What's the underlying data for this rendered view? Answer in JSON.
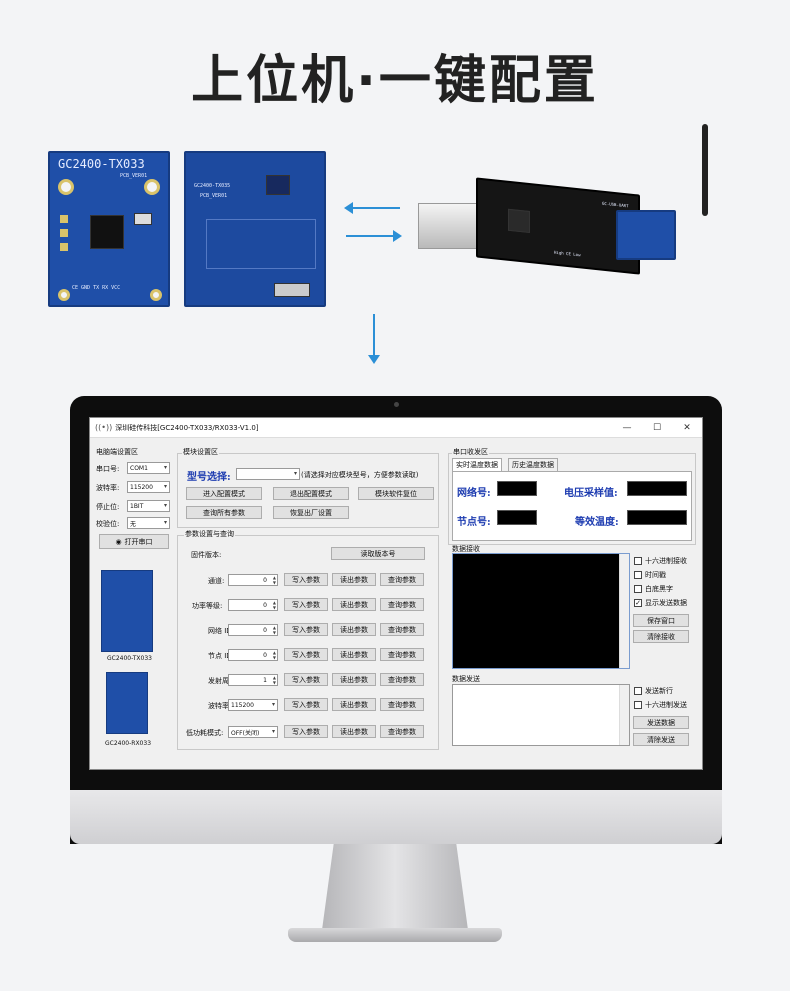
{
  "hero": {
    "title": "上位机·一键配置"
  },
  "hardware": {
    "module1_label": "GC2400-TX033",
    "module1_sub": "PCB_VER01",
    "module1_pins": "CE GND TX RX VCC",
    "module2_label": "GC2400-TX035",
    "module2_sub": "PCB_VER01",
    "usb_label": "GC-USB-UART",
    "usb_jumper": "High CE Low"
  },
  "window": {
    "title": "深圳硅传科技[GC2400-TX033/RX033-V1.0]",
    "controls": {
      "minimize": "—",
      "maximize": "☐",
      "close": "✕"
    }
  },
  "serial_settings": {
    "group_label": "电脑端设置区",
    "port_label": "串口号:",
    "port_value": "COM1",
    "baud_label": "波特率:",
    "baud_value": "115200",
    "stopbit_label": "停止位:",
    "stopbit_value": "1BIT",
    "parity_label": "校验位:",
    "parity_value": "无",
    "open_button": "打开串口",
    "image1_caption": "GC2400-TX033",
    "image2_caption": "GC2400-RX033"
  },
  "module_settings": {
    "group_label": "模块设置区",
    "model_label": "型号选择:",
    "model_value": "",
    "model_hint": "(请选择对应模块型号，方便参数读取)",
    "btn_enter_config": "进入配置模式",
    "btn_exit_config": "退出配置模式",
    "btn_soft_reset": "模块软件复位",
    "btn_query_all": "查询所有参数",
    "btn_factory_reset": "恢复出厂设置"
  },
  "params": {
    "group_label": "参数设置与查询",
    "firmware_label": "固件版本:",
    "btn_read_version": "读取版本号",
    "write_label": "写入参数",
    "read_label": "读出参数",
    "query_label": "查询参数",
    "rows": [
      {
        "label": "通道:",
        "value": "0"
      },
      {
        "label": "功率等级:",
        "value": "0"
      },
      {
        "label": "网络 ID:",
        "value": "0"
      },
      {
        "label": "节点 ID:",
        "value": "0"
      },
      {
        "label": "发射周期:",
        "value": "1"
      },
      {
        "label": "波特率:",
        "value": "115200"
      },
      {
        "label": "低功耗模式:",
        "value": "OFF(关闭)"
      }
    ]
  },
  "serial_io": {
    "group_label": "串口收发区",
    "tab_realtime": "实时温度数据",
    "tab_history": "历史温度数据",
    "net_label": "网络号:",
    "node_label": "节点号:",
    "voltage_label": "电压采样值:",
    "temp_label": "等效温度:",
    "receive_label": "数据接收",
    "send_label": "数据发送",
    "opt_hex_display": "十六进制接收",
    "opt_timestamp": "时间戳",
    "opt_white_bg": "白底黑字",
    "opt_show_sent": "显示发送数据",
    "btn_save_window": "保存窗口",
    "btn_clear_receive": "清除接收",
    "opt_send_newline": "发送新行",
    "opt_hex_send": "十六进制发送",
    "btn_send": "发送数据",
    "btn_clear_send": "清除发送"
  }
}
